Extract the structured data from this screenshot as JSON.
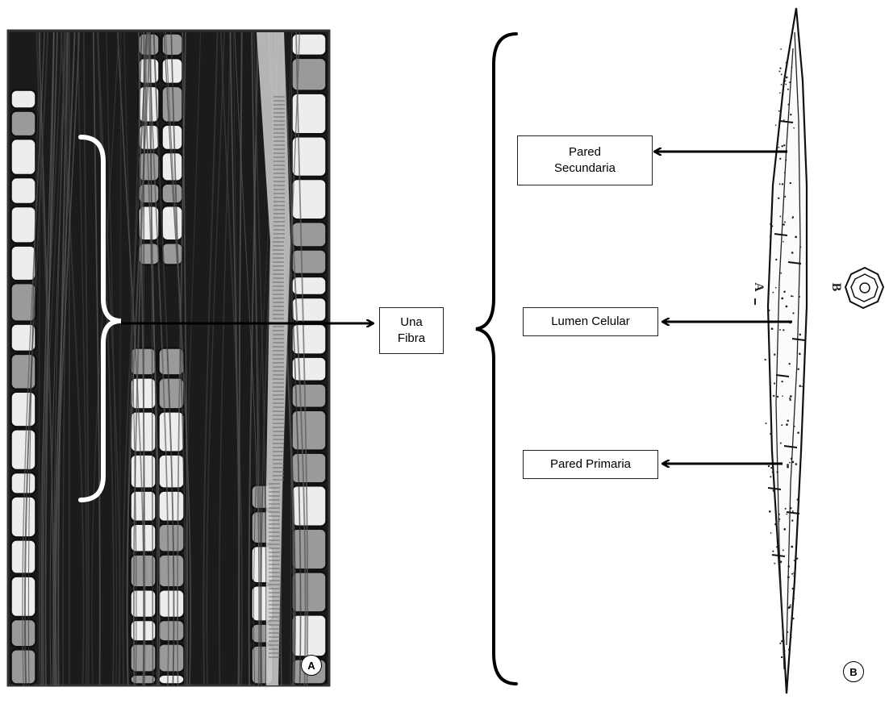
{
  "panels": [
    {
      "id": "A",
      "tag": "A",
      "kind": "micrograph"
    },
    {
      "id": "B",
      "tag": "B",
      "kind": "fiber-drawing"
    }
  ],
  "labels": {
    "fiber": "Una\nFibra",
    "secondary_wall": "Pared\nSecundaria",
    "cell_lumen": "Lumen Celular",
    "primary_wall": "Pared Primaria"
  },
  "drawing_marks": {
    "a": "A",
    "b": "B"
  },
  "colors": {
    "micrograph_dark": "#1b1b1b",
    "cell_wall": "#0f0f0f",
    "cell_fill_light": "#ededed",
    "cell_fill_mid": "#9a9a9a",
    "bracket_white": "#ffffff",
    "line": "#000000"
  }
}
